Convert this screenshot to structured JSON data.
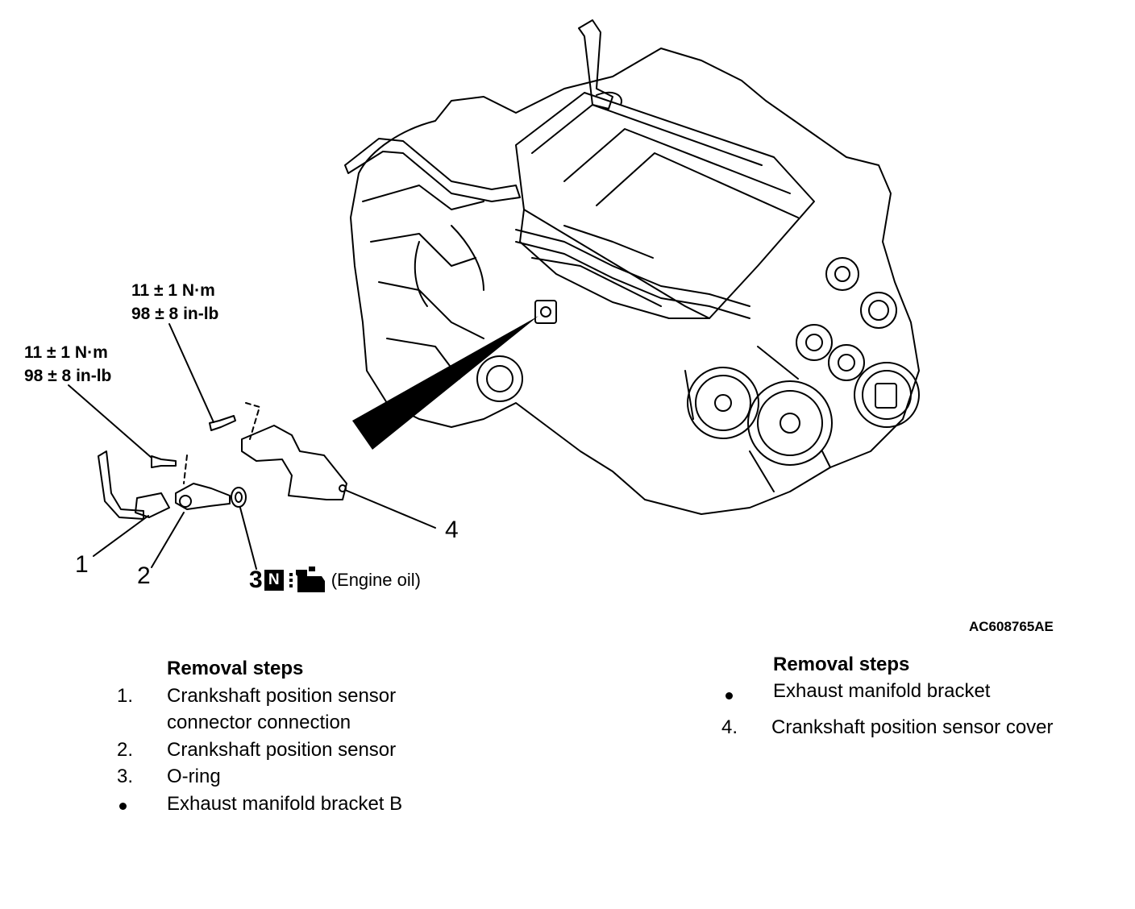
{
  "torque_upper": {
    "line1": "11 ± 1 N·m",
    "line2": "98 ± 8 in-lb"
  },
  "torque_left": {
    "line1": "11 ± 1 N·m",
    "line2": "98 ± 8 in-lb"
  },
  "callouts": {
    "c1": "1",
    "c2": "2",
    "c3": "3",
    "c4": "4"
  },
  "oring_note": {
    "badge": "N",
    "text": "(Engine oil)"
  },
  "illustration_code": "AC608765AE",
  "left_list": {
    "title": "Removal steps",
    "items": [
      {
        "marker": "1.",
        "text": "Crankshaft position sensor",
        "text2": "connector connection"
      },
      {
        "marker": "2.",
        "text": "Crankshaft position sensor"
      },
      {
        "marker": "3.",
        "text": "O-ring"
      },
      {
        "marker": "bullet",
        "text": "Exhaust manifold bracket B"
      }
    ]
  },
  "right_list": {
    "title": "Removal steps",
    "items": [
      {
        "marker": "bullet",
        "text": "Exhaust manifold bracket"
      },
      {
        "marker": "4.",
        "text": "Crankshaft position sensor cover"
      }
    ]
  }
}
